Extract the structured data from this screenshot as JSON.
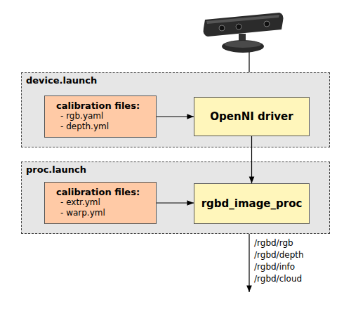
{
  "diagram": {
    "nodes": [
      {
        "text": [
          "device.launch"
        ]
      },
      {
        "text": [
          "calibration files:",
          "- rgb.yaml",
          "- depth.yml"
        ],
        "in": 0
      },
      {
        "text": [
          "OpenNI driver"
        ],
        "in": 0
      },
      {
        "text": [
          "proc.launch"
        ]
      },
      {
        "text": [
          "calibration files:",
          "- extr.yml",
          "- warp.yml"
        ],
        "in": 3
      },
      {
        "text": [
          "rgbd_image_proc"
        ],
        "in": 3
      }
    ],
    "edges": [
      {
        "from": 1,
        "to": 2,
        "arrow": "to"
      },
      {
        "from": 2,
        "to": 5,
        "arrow": "to"
      },
      {
        "from": 4,
        "to": 5,
        "arrow": "to"
      }
    ],
    "labels": [
      "/rgbd/rgb",
      "/rgbd/depth",
      "/rgbd/info",
      "/rgbd/cloud"
    ]
  }
}
